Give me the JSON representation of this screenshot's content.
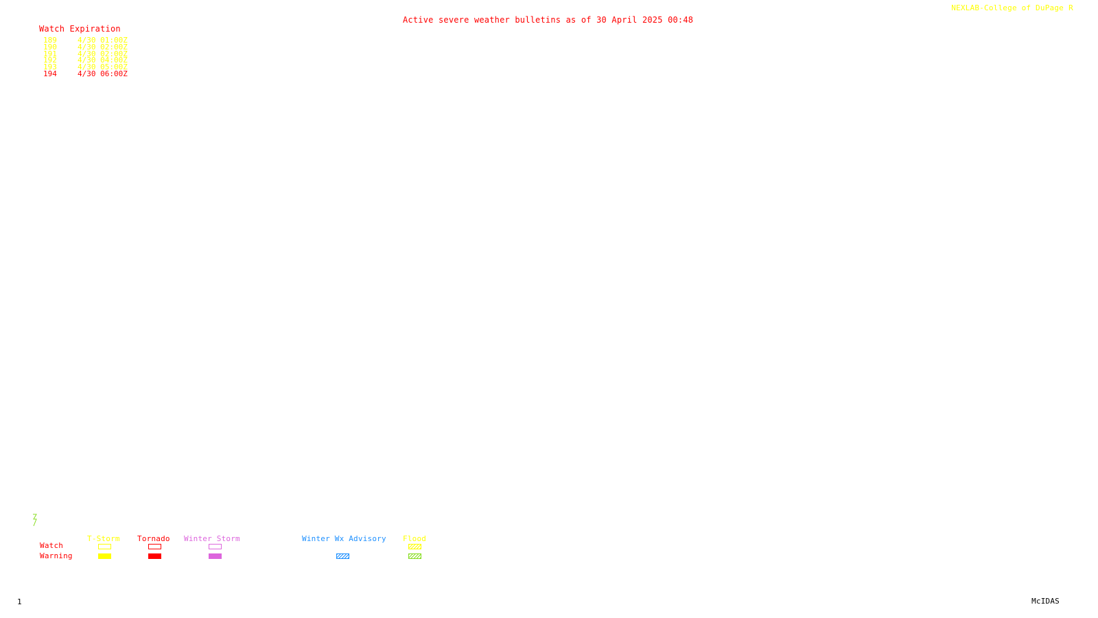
{
  "header": {
    "credit": "NEXLAB-College of DuPage",
    "credit_mark": "R",
    "bulletin_title": "Active severe weather bulletins as of 30 April 2025 00:48"
  },
  "watch_table": {
    "heading": "Watch Expiration",
    "rows": [
      {
        "number": "189",
        "expiration": "4/30 01:00Z",
        "color": "#ffff00"
      },
      {
        "number": "190",
        "expiration": "4/30 02:00Z",
        "color": "#ffff00"
      },
      {
        "number": "191",
        "expiration": "4/30 02:00Z",
        "color": "#ffff00"
      },
      {
        "number": "192",
        "expiration": "4/30 04:00Z",
        "color": "#ffff00"
      },
      {
        "number": "193",
        "expiration": "4/30 05:00Z",
        "color": "#ffff00"
      },
      {
        "number": "194",
        "expiration": "4/30 06:00Z",
        "color": "#ff0000"
      }
    ]
  },
  "legend": {
    "row_watch": "Watch",
    "row_warning": "Warning",
    "categories": [
      {
        "label": "T-Storm",
        "color": "#ffff00"
      },
      {
        "label": "Tornado",
        "color": "#ff0000"
      },
      {
        "label": "Winter Storm",
        "color": "#dd66dd"
      },
      {
        "label": "Winter Wx Advisory",
        "color": "#1e90ff"
      },
      {
        "label": "Flood",
        "color": "#ffff00",
        "warning_color": "#88dd22"
      }
    ]
  },
  "footer": {
    "frame_number": "1",
    "software": "McIDAS"
  },
  "colors": {
    "title_red": "#ff0000",
    "credit_yellow": "#ffff00"
  }
}
